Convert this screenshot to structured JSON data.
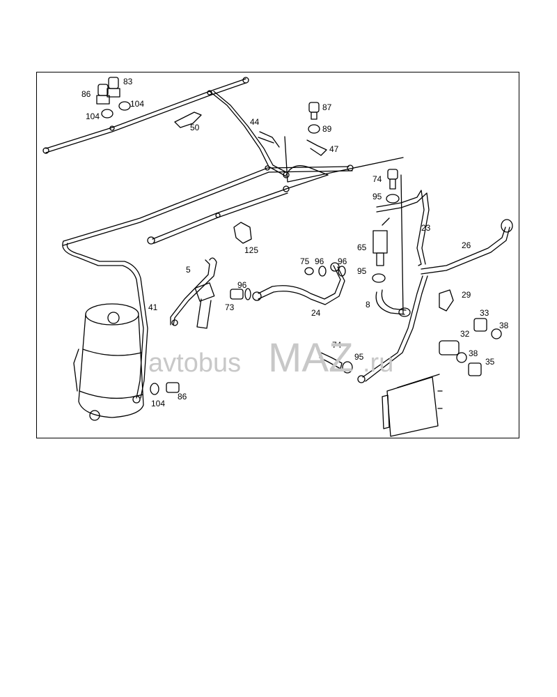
{
  "callouts": [
    "86",
    "83",
    "104",
    "104",
    "50",
    "44",
    "87",
    "89",
    "47",
    "74",
    "95",
    "23",
    "26",
    "65",
    "95",
    "125",
    "5",
    "75",
    "96",
    "96",
    "96",
    "73",
    "24",
    "8",
    "41",
    "29",
    "33",
    "38",
    "32",
    "38",
    "35",
    "74",
    "95",
    "104",
    "86"
  ],
  "watermark": {
    "prefix": "avtobus",
    "brand": "MAZ",
    "suffix": ".ru"
  },
  "colors": {
    "line": "#000000",
    "watermark": "#c8c8c8",
    "background": "#ffffff"
  }
}
